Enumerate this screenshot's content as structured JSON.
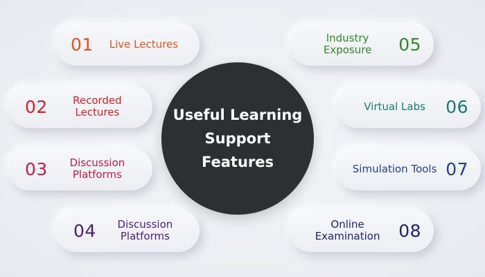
{
  "center": {
    "title": "Useful Learning Support Features"
  },
  "features": [
    {
      "number": "01",
      "label": "Live Lectures",
      "color": "#e2531f"
    },
    {
      "number": "02",
      "label": "Recorded Lectures",
      "color": "#d81f26"
    },
    {
      "number": "03",
      "label": "Discussion Platforms",
      "color": "#c8184a"
    },
    {
      "number": "04",
      "label": "Discussion Platforms",
      "color": "#4b1c78"
    },
    {
      "number": "05",
      "label": "Industry Exposure",
      "color": "#2f8a2a"
    },
    {
      "number": "06",
      "label": "Virtual Labs",
      "color": "#137a73"
    },
    {
      "number": "07",
      "label": "Simulation Tools",
      "color": "#1f3f8f"
    },
    {
      "number": "08",
      "label": "Online Examination",
      "color": "#1d2470"
    }
  ],
  "colors": {
    "background": "#eeeff4",
    "center_circle": "#2d2f33",
    "center_text": "#ffffff"
  }
}
